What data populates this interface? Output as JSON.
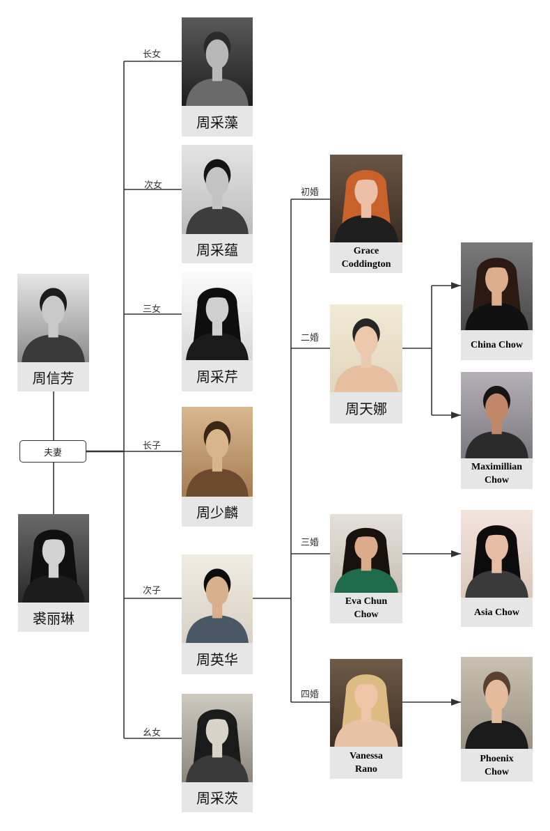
{
  "parents": {
    "father": "周信芳",
    "couple": "夫妻",
    "mother": "裘丽琳"
  },
  "children": [
    {
      "relation": "长女",
      "name": "周采藻"
    },
    {
      "relation": "次女",
      "name": "周采蕴"
    },
    {
      "relation": "三女",
      "name": "周采芹"
    },
    {
      "relation": "长子",
      "name": "周少麟"
    },
    {
      "relation": "次子",
      "name": "周英华"
    },
    {
      "relation": "幺女",
      "name": "周采茨"
    }
  ],
  "marriages": [
    {
      "relation": "初婚",
      "name": "Grace\nCoddington"
    },
    {
      "relation": "二婚",
      "name": "周天娜"
    },
    {
      "relation": "三婚",
      "name": "Eva Chun\nChow"
    },
    {
      "relation": "四婚",
      "name": "Vanessa\nRano"
    }
  ],
  "grandchildren": [
    {
      "name": "China Chow"
    },
    {
      "name": "Maximillian\nChow"
    },
    {
      "name": "Asia Chow"
    },
    {
      "name": "Phoenix\nChow"
    }
  ]
}
